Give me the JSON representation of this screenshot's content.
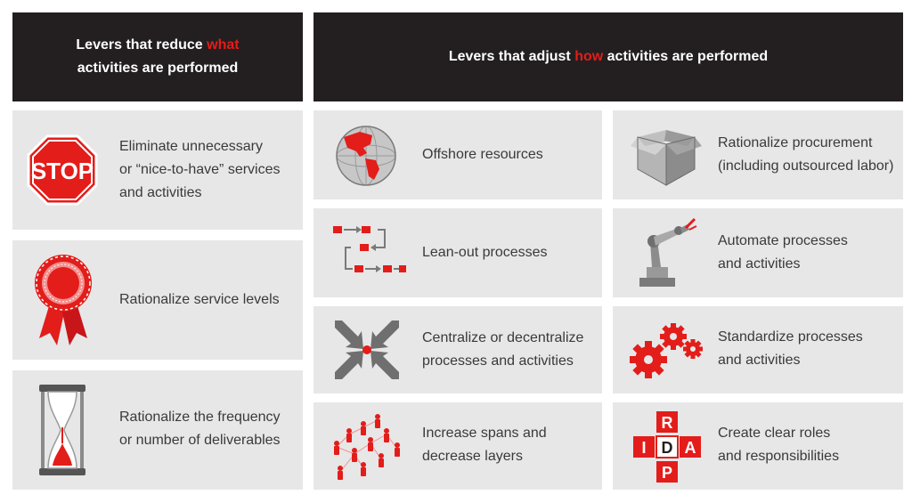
{
  "colors": {
    "accent": "#e31d1a",
    "header_bg": "#231f20",
    "card_bg": "#e7e7e8",
    "text": "#3a3a3a"
  },
  "left_header": {
    "pre": "Levers that reduce ",
    "highlight": "what",
    "post": "activities are performed"
  },
  "right_header": {
    "pre": "Levers that adjust ",
    "highlight": "how",
    "post": " activities are performed"
  },
  "left_items": [
    {
      "icon": "stop-sign-icon",
      "stop_text": "STOP",
      "lines": [
        "Eliminate unnecessary",
        "or “nice-to-have” services",
        "and activities"
      ]
    },
    {
      "icon": "award-ribbon-icon",
      "lines": [
        "Rationalize service levels"
      ]
    },
    {
      "icon": "hourglass-icon",
      "lines": [
        "Rationalize the frequency",
        "or number of deliverables"
      ]
    }
  ],
  "middle_items": [
    {
      "icon": "globe-icon",
      "lines": [
        "Offshore resources"
      ]
    },
    {
      "icon": "process-flow-icon",
      "lines": [
        "Lean-out processes"
      ]
    },
    {
      "icon": "converging-arrows-icon",
      "lines": [
        "Centralize or decentralize",
        "processes and activities"
      ]
    },
    {
      "icon": "org-network-icon",
      "lines": [
        "Increase spans and",
        "decrease layers"
      ]
    }
  ],
  "right_items": [
    {
      "icon": "open-box-icon",
      "lines": [
        "Rationalize procurement",
        "(including outsourced labor)"
      ]
    },
    {
      "icon": "robot-arm-icon",
      "lines": [
        "Automate processes",
        "and activities"
      ]
    },
    {
      "icon": "gears-icon",
      "lines": [
        "Standardize processes",
        "and activities"
      ]
    },
    {
      "icon": "rdap-grid-icon",
      "letters": {
        "top": "R",
        "left": "I",
        "center": "D",
        "right": "A",
        "bottom": "P"
      },
      "lines": [
        "Create clear roles",
        "and responsibilities"
      ]
    }
  ]
}
